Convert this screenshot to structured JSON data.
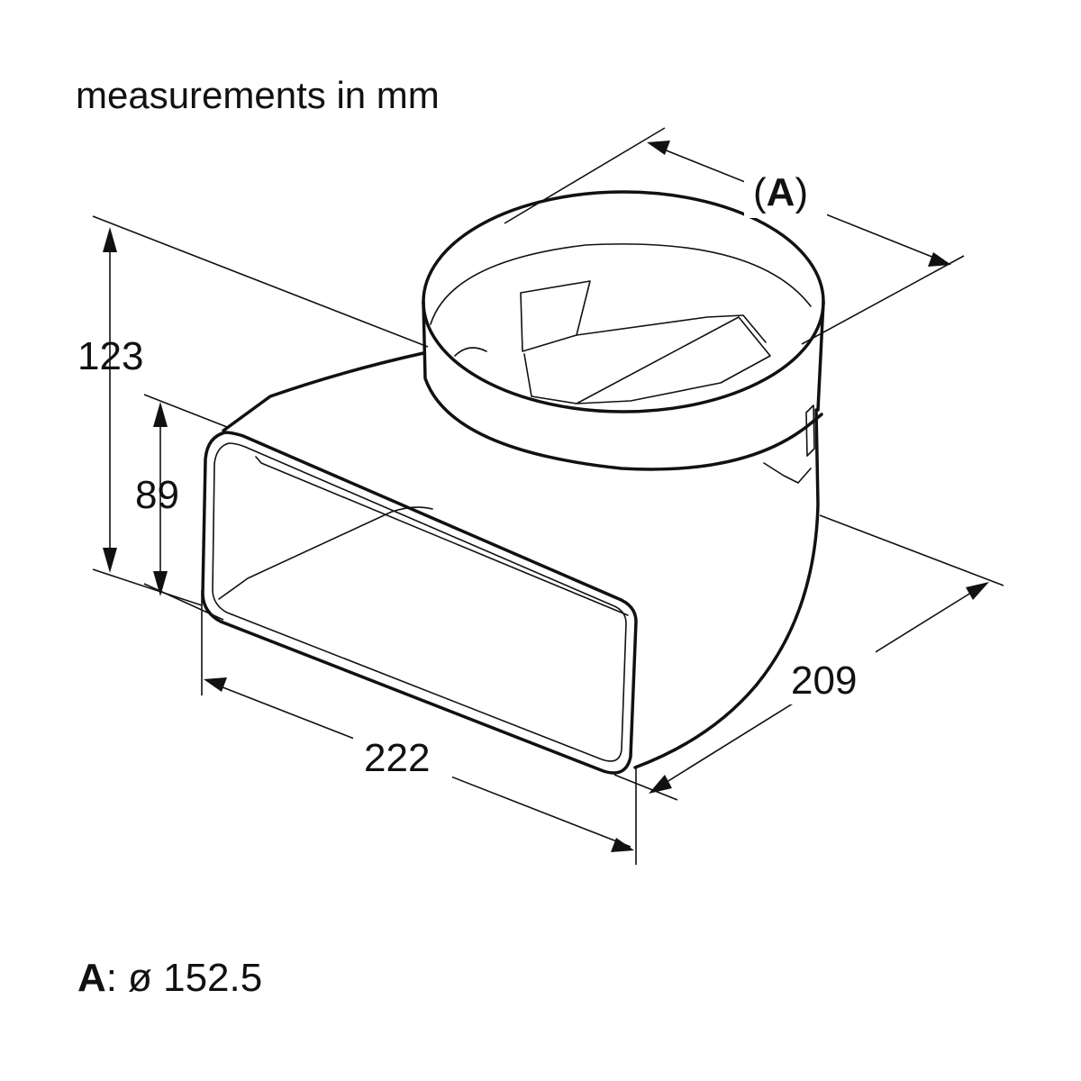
{
  "heading": "measurements in mm",
  "dimensions": {
    "height_total": "123",
    "height_outlet": "89",
    "width": "222",
    "depth": "209",
    "diameter_ref_open": "(",
    "diameter_ref_key": "A",
    "diameter_ref_close": ")"
  },
  "legend": {
    "key": "A",
    "separator": ":",
    "value": "ø 152.5"
  },
  "colors": {
    "ink": "#111111",
    "background": "#ffffff"
  }
}
